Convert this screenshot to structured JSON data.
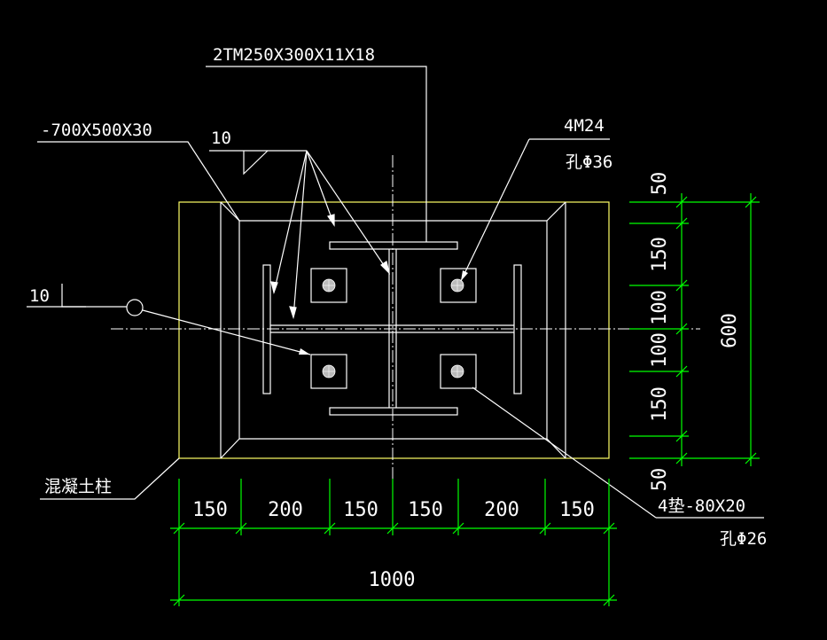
{
  "labels": {
    "column_section": "2TM250X300X11X18",
    "base_plate": "-700X500X30",
    "weld_size_top": "10",
    "weld_size_left": "10",
    "anchor_bolts": "4M24",
    "anchor_hole": "孔Φ36",
    "concrete_column": "混凝土柱",
    "washer": "4垫-80X20",
    "washer_hole": "孔Φ26"
  },
  "dimensions": {
    "horizontal": [
      "150",
      "200",
      "150",
      "150",
      "200",
      "150"
    ],
    "horizontal_total": "1000",
    "vertical": [
      "50",
      "150",
      "100",
      "100",
      "150",
      "50"
    ],
    "vertical_total": "600"
  },
  "colors": {
    "background": "#000000",
    "linework": "#ffffff",
    "outline": "#ffff66",
    "dimension": "#00ff00",
    "bolt": "#bbbbbb"
  }
}
